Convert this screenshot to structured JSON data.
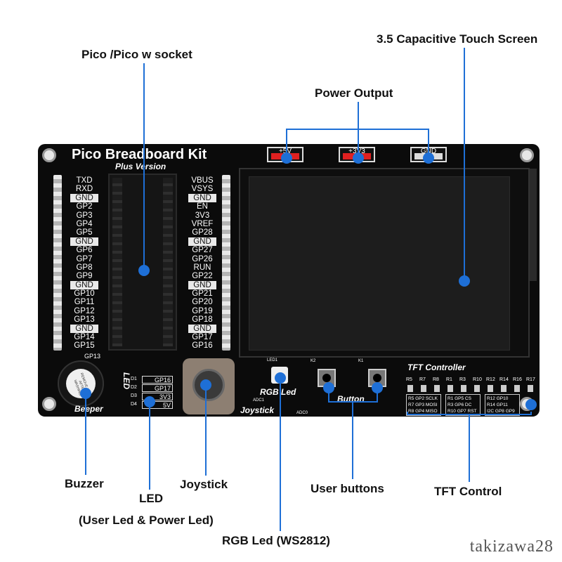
{
  "callouts": {
    "pico_socket": "Pico /Pico w  socket",
    "touch_screen": "3.5 Capacitive Touch Screen",
    "power_output": "Power Output",
    "buzzer": "Buzzer",
    "led": "LED",
    "led_sub": "(User Led & Power Led)",
    "joystick": "Joystick",
    "rgb_led": "RGB Led (WS2812)",
    "user_buttons": "User buttons",
    "tft_control": "TFT Control"
  },
  "board": {
    "title": "Pico Breadboard Kit",
    "subtitle": "Plus Version",
    "power_labels": [
      "+5V",
      "+3V3",
      "GND"
    ],
    "left_pins": [
      "TXD",
      "RXD",
      "GND",
      "GP2",
      "GP3",
      "GP4",
      "GP5",
      "GND",
      "GP6",
      "GP7",
      "GP8",
      "GP9",
      "GND",
      "GP10",
      "GP11",
      "GP12",
      "GP13",
      "GND",
      "GP14",
      "GP15"
    ],
    "right_pins": [
      "VBUS",
      "VSYS",
      "GND",
      "EN",
      "3V3",
      "VREF",
      "GP28",
      "GND",
      "GP27",
      "GP26",
      "RUN",
      "GP22",
      "GND",
      "GP21",
      "GP20",
      "GP19",
      "GP18",
      "GND",
      "GP17",
      "GP16"
    ],
    "buzzer_pin": "GP13",
    "buzzer_label": "Beeper",
    "buzzer_sticker": "REMOVE SEAL AFTER WASHING",
    "led_label": "LED",
    "led_rows": [
      {
        "id": "D1",
        "pin": "GP16"
      },
      {
        "id": "D2",
        "pin": "GP17"
      },
      {
        "id": "D3",
        "pin": "3V3"
      },
      {
        "id": "D4",
        "pin": "5V"
      }
    ],
    "joystick_label": "Joystick",
    "adc1": "ADC1",
    "adc0": "ADC0",
    "rgb_label": "RGB Led",
    "led1": "LED1",
    "button_label": "Button",
    "k2": "K2",
    "k1": "K1",
    "tft_title": "TFT Controller",
    "tft_resistors": [
      "R5",
      "R7",
      "R8",
      "R1",
      "R3",
      "R10",
      "R12",
      "R14",
      "R16",
      "R17"
    ],
    "tft_box1": [
      "R5 GP2 SCLK",
      "R7 GP3 MOSI",
      "R8 GP4 MISO"
    ],
    "tft_box2": [
      "R1 GP5 CS",
      "R3 GP6 DC",
      "R10 GP7 RST"
    ],
    "tft_box3": [
      "R12 GP10",
      "R14 GP11",
      "I2C GP8 GP9"
    ]
  },
  "watermark": "takizawa28",
  "colors": {
    "marker": "#1e6fd6",
    "board": "#0b0b0b",
    "header_red": "#e02020"
  }
}
